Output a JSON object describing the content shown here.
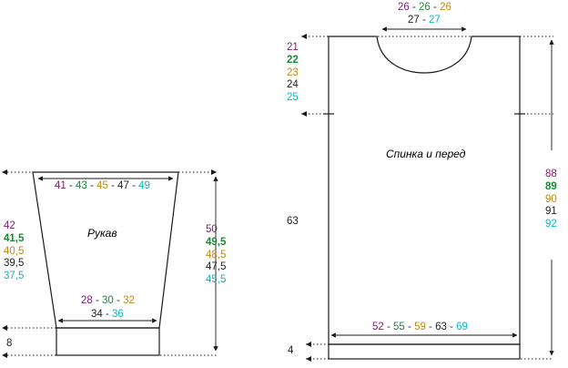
{
  "colors": {
    "size1": "#7a1f6e",
    "size2": "#1c8a36",
    "size3": "#c08a14",
    "size4": "#222222",
    "size5": "#10b4c4",
    "line": "#1a1a1a"
  },
  "sleeve": {
    "title": "Рукав",
    "top_width": [
      "41",
      "43",
      "45",
      "47",
      "49"
    ],
    "cap_height": [
      "42",
      "41,5",
      "40,5",
      "39,5",
      "37,5"
    ],
    "length": [
      "50",
      "49,5",
      "48,5",
      "47,5",
      "45,5"
    ],
    "bottom_width_a": [
      "28",
      "30",
      "32"
    ],
    "bottom_width_b": [
      "34",
      "36"
    ],
    "cuff_height": "8"
  },
  "body": {
    "title": "Спинка и перед",
    "neck_width_a": [
      "26",
      "26",
      "26"
    ],
    "neck_width_b": [
      "27",
      "27"
    ],
    "armhole_depth": [
      "21",
      "22",
      "23",
      "24",
      "25"
    ],
    "total_length": "63",
    "side_length": [
      "88",
      "89",
      "90",
      "91",
      "92"
    ],
    "width": [
      "52",
      "55",
      "59",
      "63",
      "69"
    ],
    "hem_height": "4"
  }
}
